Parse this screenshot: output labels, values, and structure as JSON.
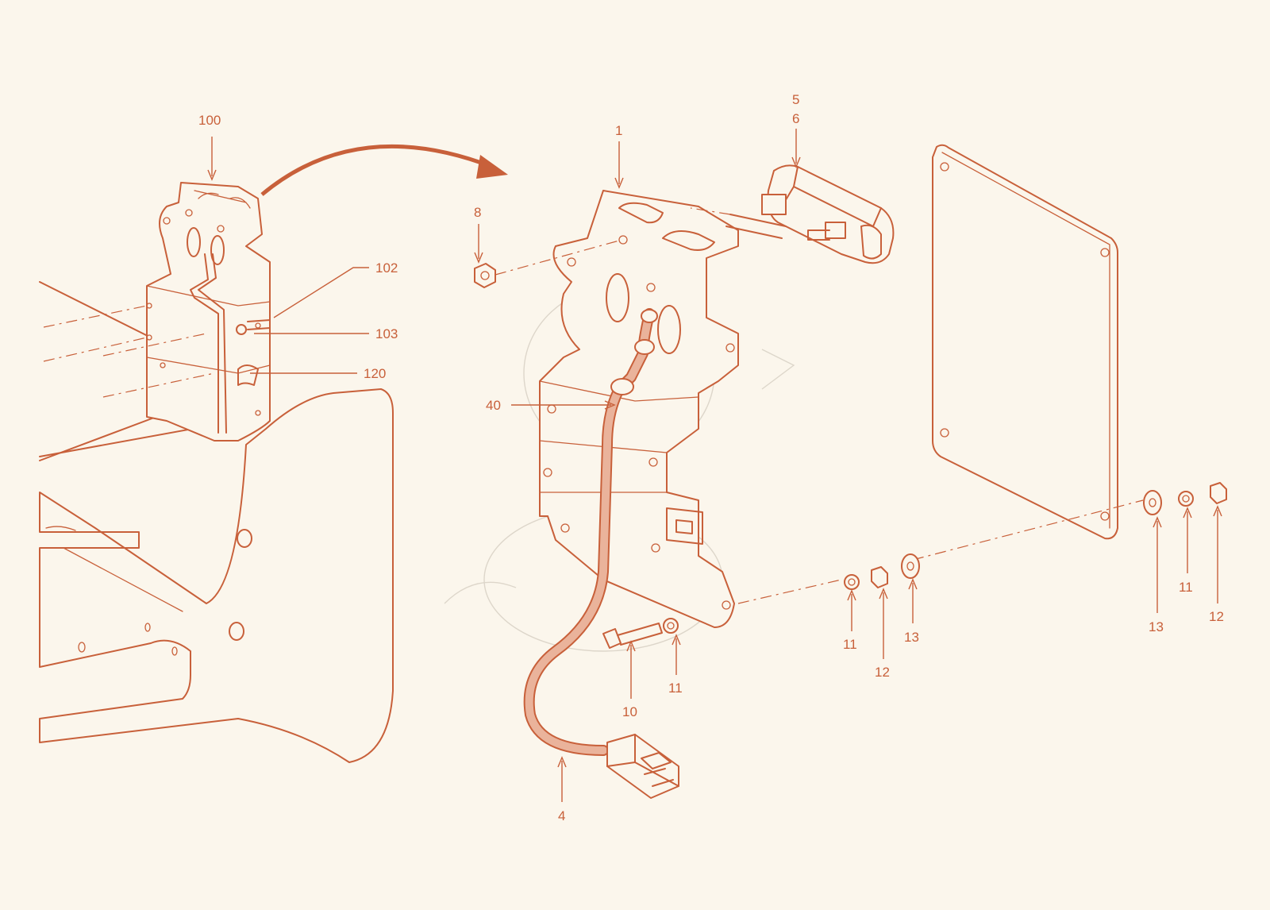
{
  "diagram": {
    "type": "exploded-parts-diagram",
    "colors": {
      "line": "#c8603a",
      "background": "#fbf6ec",
      "cable_fill": "#eab39b",
      "watermark": "#ddd6ca"
    },
    "callouts": [
      {
        "id": "c100",
        "label": "100"
      },
      {
        "id": "c102",
        "label": "102"
      },
      {
        "id": "c103",
        "label": "103"
      },
      {
        "id": "c120",
        "label": "120"
      },
      {
        "id": "c1",
        "label": "1"
      },
      {
        "id": "c5",
        "label": "5"
      },
      {
        "id": "c6",
        "label": "6"
      },
      {
        "id": "c8",
        "label": "8"
      },
      {
        "id": "c40",
        "label": "40"
      },
      {
        "id": "c4",
        "label": "4"
      },
      {
        "id": "c10",
        "label": "10"
      },
      {
        "id": "c11a",
        "label": "11"
      },
      {
        "id": "c11b",
        "label": "11"
      },
      {
        "id": "c12a",
        "label": "12"
      },
      {
        "id": "c13a",
        "label": "13"
      },
      {
        "id": "c13b",
        "label": "13"
      },
      {
        "id": "c11c",
        "label": "11"
      },
      {
        "id": "c12b",
        "label": "12"
      }
    ]
  }
}
